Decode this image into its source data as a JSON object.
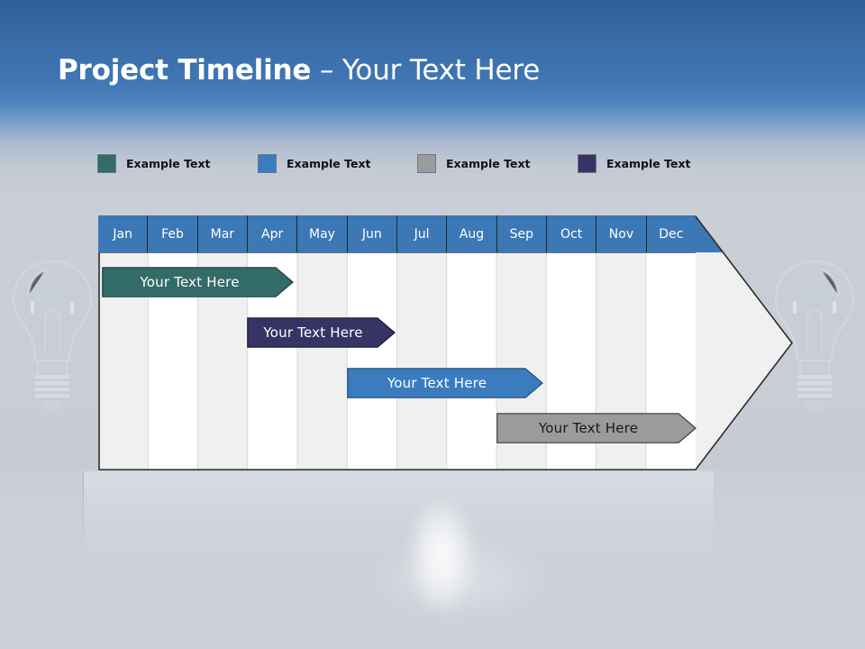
{
  "slide": {
    "title_strong": "Project Timeline",
    "title_separator": " – ",
    "title_light": "Your Text Here"
  },
  "theme": {
    "header_blue": "#3b78b5",
    "teal": "#336B68",
    "blue": "#3B7CBF",
    "gray": "#9B9B9B",
    "purple": "#363464",
    "stripe_light": "#F0F0F0",
    "stripe_white": "#FFFFFF",
    "outline": "#2B2B2B",
    "title_band_top": "#2f5f96",
    "background": "#c9ced7"
  },
  "legend": {
    "items": [
      {
        "label": "Example Text",
        "color": "#336B68",
        "icon": "color-swatch"
      },
      {
        "label": "Example Text",
        "color": "#3B7CBF",
        "icon": "color-swatch"
      },
      {
        "label": "Example Text",
        "color": "#9B9B9B",
        "icon": "color-swatch"
      },
      {
        "label": "Example Text",
        "color": "#363464",
        "icon": "color-swatch"
      }
    ]
  },
  "chart_data": {
    "type": "bar",
    "title": "Project Timeline – Your Text Here",
    "orientation": "horizontal-gantt",
    "categories": [
      "Jan",
      "Feb",
      "Mar",
      "Apr",
      "May",
      "Jun",
      "Jul",
      "Aug",
      "Sep",
      "Oct",
      "Nov",
      "Dec"
    ],
    "xlabel": "",
    "ylabel": "",
    "grid": "vertical-alternating-stripes",
    "legend_position": "top",
    "series": [
      {
        "name": "Your  Text Here",
        "color": "#336B68",
        "text_color": "#FFFFFF",
        "start_month": "Jan",
        "end_month": "Apr",
        "start_index": 0,
        "span": 3.9
      },
      {
        "name": "Your  Text Here",
        "color": "#363464",
        "text_color": "#FFFFFF",
        "start_month": "Apr",
        "end_month": "Jun",
        "start_index": 3,
        "span": 3.0
      },
      {
        "name": "Your  Text Here",
        "color": "#3B7CBF",
        "text_color": "#FFFFFF",
        "start_month": "Jun",
        "end_month": "Sep",
        "start_index": 5,
        "span": 3.9
      },
      {
        "name": "Your  Text Here",
        "color": "#9B9B9B",
        "text_color": "#1A1A1A",
        "start_month": "Sep",
        "end_month": "Dec",
        "start_index": 8,
        "span": 4.0
      }
    ]
  },
  "bars": [
    {
      "label": "Your  Text Here"
    },
    {
      "label": "Your  Text Here"
    },
    {
      "label": "Your  Text Here"
    },
    {
      "label": "Your  Text Here"
    }
  ],
  "months": [
    "Jan",
    "Feb",
    "Mar",
    "Apr",
    "May",
    "Jun",
    "Jul",
    "Aug",
    "Sep",
    "Oct",
    "Nov",
    "Dec"
  ],
  "decor": {
    "watermark_left": "lightbulb",
    "watermark_right": "lightbulb"
  }
}
